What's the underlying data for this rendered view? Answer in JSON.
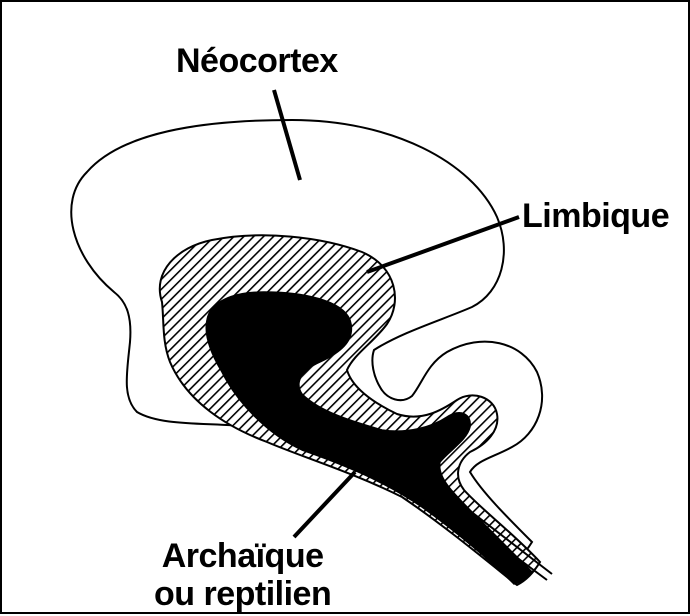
{
  "labels": {
    "neocortex": "Néocortex",
    "limbique": "Limbique",
    "archaique_line1": "Archaïque",
    "archaique_line2": "ou reptilien"
  },
  "colors": {
    "background": "#ffffff",
    "ink": "#000000"
  }
}
